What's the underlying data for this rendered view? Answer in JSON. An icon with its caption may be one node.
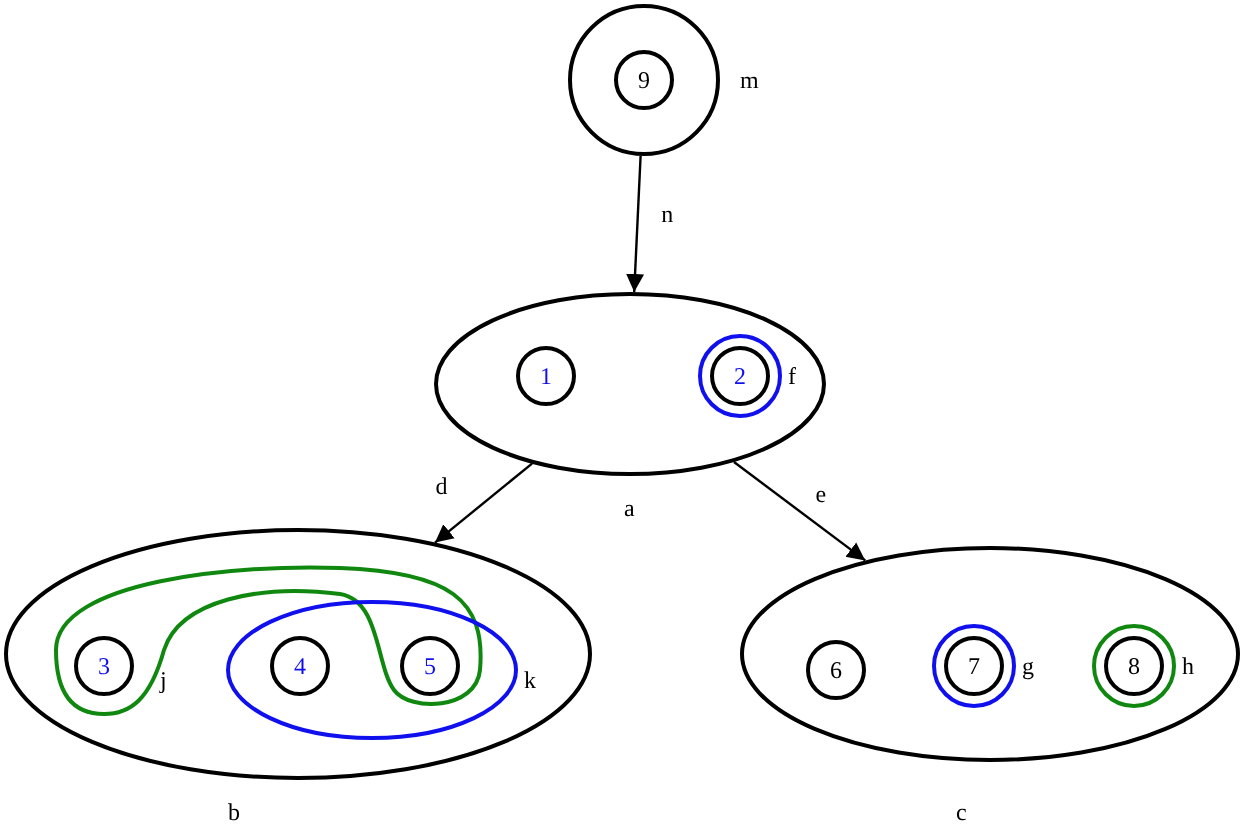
{
  "diagram": {
    "nodes": [
      {
        "text": [
          "m"
        ]
      },
      {
        "text": [
          "9"
        ],
        "in": 0
      },
      {
        "text": [
          "a"
        ]
      },
      {
        "text": [
          "1"
        ],
        "in": 2
      },
      {
        "text": [
          "f"
        ],
        "in": 2
      },
      {
        "text": [
          "2"
        ],
        "in": 4
      },
      {
        "text": [
          "b"
        ]
      },
      {
        "text": [
          "j"
        ],
        "in": 6
      },
      {
        "text": [
          "3"
        ],
        "in": 7
      },
      {
        "text": [
          "k"
        ],
        "in": 6
      },
      {
        "text": [
          "4"
        ],
        "in": 9
      },
      {
        "text": [
          "5"
        ]
      },
      {
        "text": [
          "c"
        ]
      },
      {
        "text": [
          "6"
        ],
        "in": 12
      },
      {
        "text": [
          "g"
        ],
        "in": 12
      },
      {
        "text": [
          "7"
        ],
        "in": 14
      },
      {
        "text": [
          "h"
        ],
        "in": 12
      },
      {
        "text": [
          "8"
        ],
        "in": 16
      }
    ],
    "edges": [
      {
        "from": 0,
        "to": 2,
        "arrow": "to",
        "label": "n"
      },
      {
        "from": 2,
        "to": 6,
        "arrow": "to",
        "label": "d"
      },
      {
        "from": 2,
        "to": 12,
        "arrow": "to",
        "label": "e"
      }
    ]
  }
}
